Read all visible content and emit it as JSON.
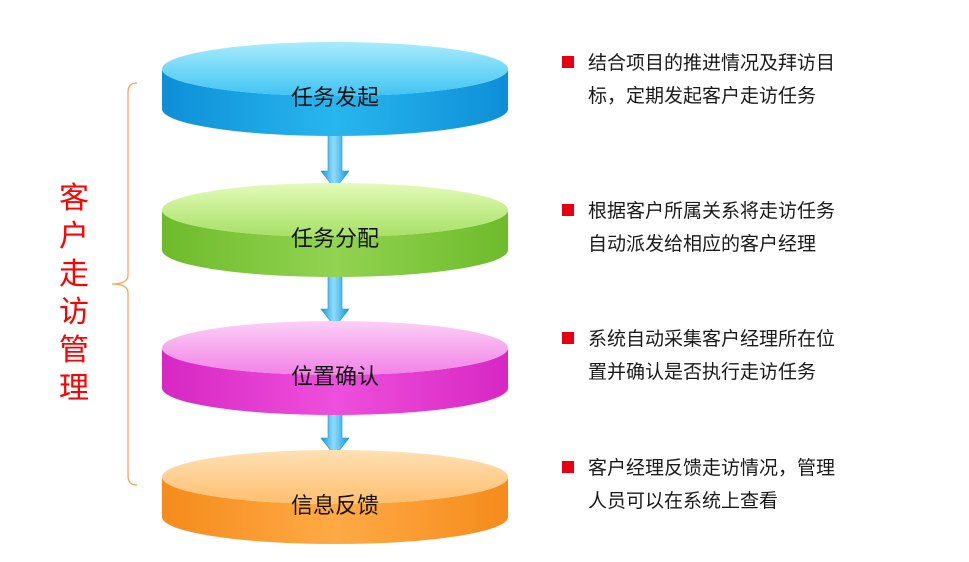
{
  "side_title": "客户走访管理",
  "steps": [
    {
      "label": "任务发起",
      "colors": {
        "top_light": "#a9ecfd",
        "top_dark": "#3fc4f2",
        "side_light": "#28b6ee",
        "side_dark": "#0d8fd8"
      },
      "desc_line1": "结合项目的推进情况及拜访目",
      "desc_line2": "标，定期发起客户走访任务"
    },
    {
      "label": "任务分配",
      "colors": {
        "top_light": "#e4fbb8",
        "top_dark": "#a6e065",
        "side_light": "#92d351",
        "side_dark": "#6dbb2b"
      },
      "desc_line1": "根据客户所属关系将走访任务",
      "desc_line2": "自动派发给相应的客户经理"
    },
    {
      "label": "位置确认",
      "colors": {
        "top_light": "#fbd0f6",
        "top_dark": "#f282e6",
        "side_light": "#ee4fdc",
        "side_dark": "#d727c3"
      },
      "desc_line1": "系统自动采集客户经理所在位",
      "desc_line2": "置并确认是否执行走访任务"
    },
    {
      "label": "信息反馈",
      "colors": {
        "top_light": "#ffe0b5",
        "top_dark": "#ffbf6e",
        "side_light": "#ffaa45",
        "side_dark": "#f58b1c"
      },
      "desc_line1": "客户经理反馈走访情况，管理",
      "desc_line2": "人员可以在系统上查看"
    }
  ],
  "colors": {
    "arrow_light": "#8fdcfb",
    "arrow_dark": "#1497d8",
    "bracket": "#f4a460",
    "bullet": "#e60012",
    "side_title": "#ff0000"
  }
}
